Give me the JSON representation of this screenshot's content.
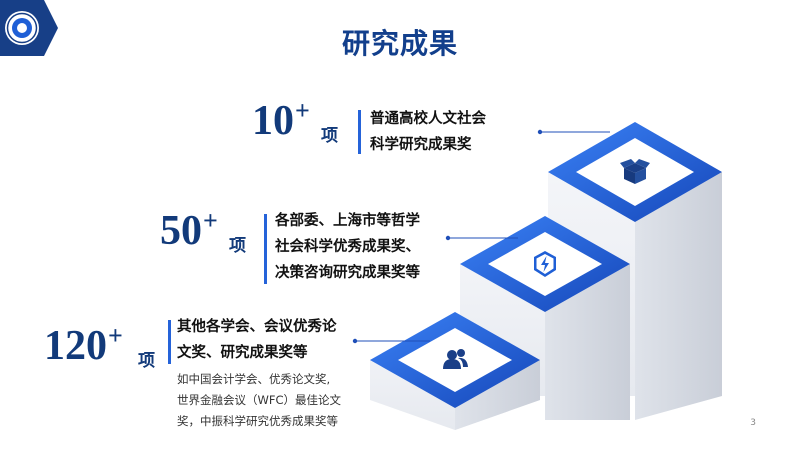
{
  "header": {
    "title": "研究成果"
  },
  "items": [
    {
      "number": "10",
      "plus": "+",
      "unit": "项",
      "desc": "普通高校人文社会\n科学研究成果奖",
      "icon": "cube-icon"
    },
    {
      "number": "50",
      "plus": "+",
      "unit": "项",
      "desc": "各部委、上海市等哲学\n社会科学优秀成果奖、\n决策咨询研究成果奖等",
      "icon": "lightning-shield-icon"
    },
    {
      "number": "120",
      "plus": "+",
      "unit": "项",
      "desc": "其他各学会、会议优秀论\n文奖、研究成果奖等",
      "sub": "如中国会计学会、优秀论文奖,\n世界金融会议（WFC）最佳论文\n奖，中振科学研究优秀成果奖等",
      "icon": "users-icon"
    }
  ],
  "footer": {
    "page_number": "3"
  },
  "colors": {
    "title": "#123f8c",
    "accent": "#2563d9",
    "step_top": "#1f5fd6",
    "step_front": "#f2f4f8"
  }
}
